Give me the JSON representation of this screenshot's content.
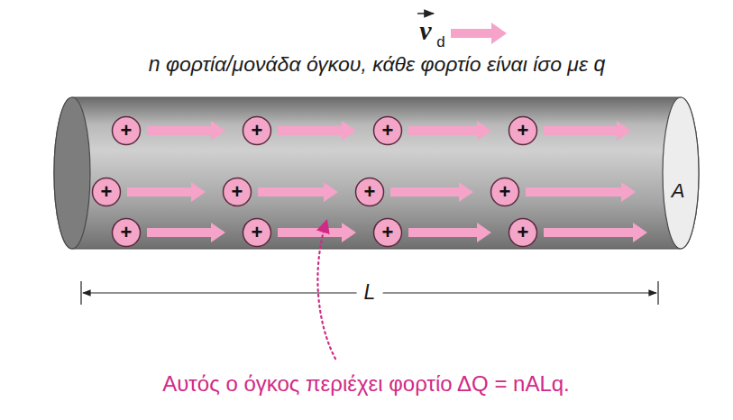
{
  "diagram": {
    "nodes": [
      {
        "text": [
          "+"
        ]
      },
      {
        "text": [
          "+"
        ]
      },
      {
        "text": [
          "+"
        ]
      },
      {
        "text": [
          "+"
        ]
      },
      {
        "text": [
          "+"
        ]
      },
      {
        "text": [
          "+"
        ]
      },
      {
        "text": [
          "+"
        ]
      },
      {
        "text": [
          "+"
        ]
      },
      {
        "text": [
          "+"
        ]
      },
      {
        "text": [
          "+"
        ]
      },
      {
        "text": [
          "+"
        ]
      },
      {
        "text": [
          "+"
        ]
      }
    ],
    "labels": [
      "v",
      "d",
      "n φορτία/μονάδα όγκου, κάθε φορτίο είναι ίσο με q",
      "A",
      "L",
      "Αυτός ο όγκος περιέχει φορτίο ΔQ = nALq."
    ]
  }
}
